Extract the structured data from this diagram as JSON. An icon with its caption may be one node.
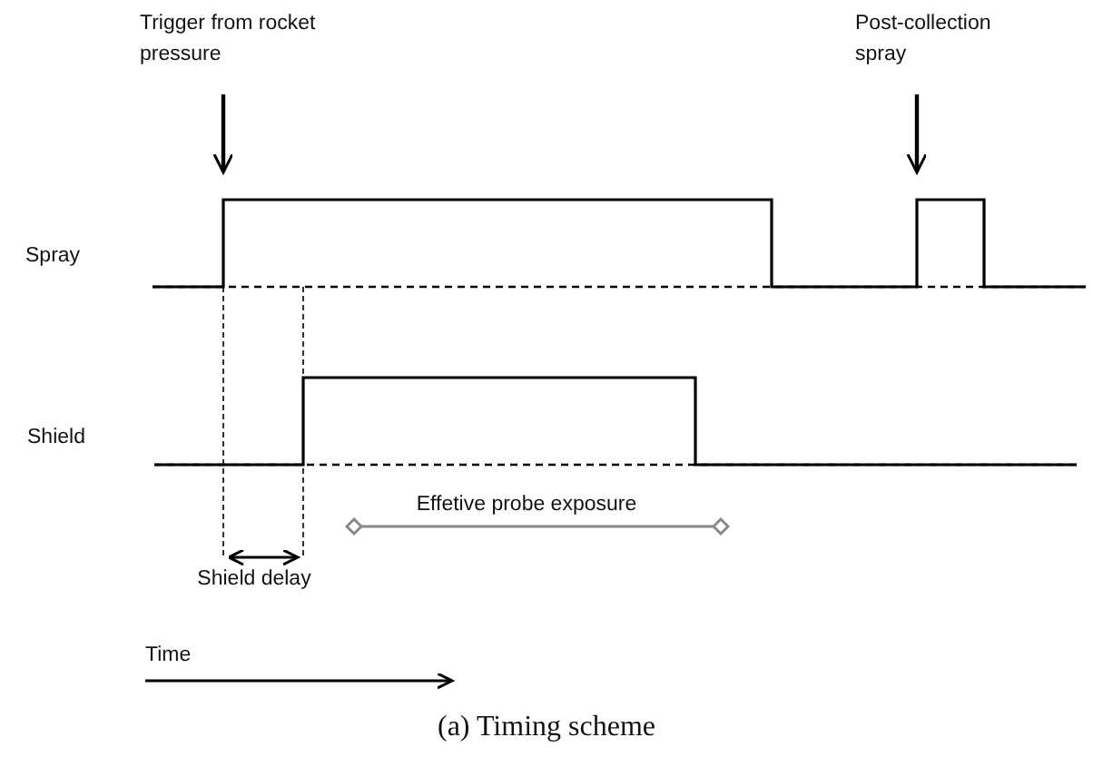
{
  "diagram": {
    "caption": "(a) Timing scheme",
    "labels": [
      "Trigger from rocket pressure",
      "Post-collection spray",
      "Spray",
      "Shield",
      "Effetive probe exposure",
      "Shield delay",
      "Time"
    ]
  }
}
